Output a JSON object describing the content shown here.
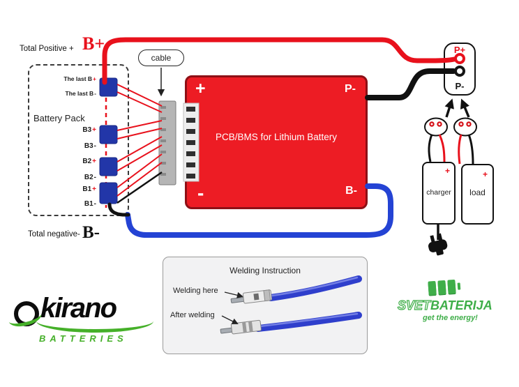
{
  "colors": {
    "wire_red": "#e8111c",
    "wire_black": "#111111",
    "wire_blue": "#2443d4",
    "pcb_red": "#ed1c24",
    "pcb_border": "#8e1016",
    "cell_blue": "#2236a8",
    "logo_green": "#45b029",
    "svet_green": "#3fae49"
  },
  "diagram": {
    "total_positive_label": "Total Positive +",
    "b_plus_label": "B+",
    "cable_label": "cable",
    "battery_pack": {
      "title": "Battery Pack",
      "rows": [
        {
          "label": "The last B",
          "sign": "+"
        },
        {
          "label": "The last B",
          "sign": "-"
        },
        {
          "label": "B3",
          "sign": "+"
        },
        {
          "label": "B3",
          "sign": "-"
        },
        {
          "label": "B2",
          "sign": "+"
        },
        {
          "label": "B2",
          "sign": "-"
        },
        {
          "label": "B1",
          "sign": "+"
        },
        {
          "label": "B1",
          "sign": "-"
        }
      ]
    },
    "total_negative_label": "Total negative-",
    "b_minus_label": "B-",
    "pcb": {
      "plus": "+",
      "p_minus": "P-",
      "title": "PCB/BMS for Lithium Battery",
      "minus": "-",
      "b_minus": "B-"
    },
    "output_connector": {
      "p_plus": "P+",
      "p_minus": "P-"
    },
    "charger": {
      "label": "charger",
      "plus": "+"
    },
    "load": {
      "label": "load",
      "plus": "+"
    }
  },
  "welding": {
    "title": "Welding Instruction",
    "welding_here": "Welding here",
    "after_welding": "After welding"
  },
  "logos": {
    "okirano": {
      "wordmark": "kirano",
      "subtitle": "BATTERIES"
    },
    "svetbaterija": {
      "part1": "SVET",
      "part2": "BATERIJA",
      "slogan": "get the energy!"
    }
  }
}
